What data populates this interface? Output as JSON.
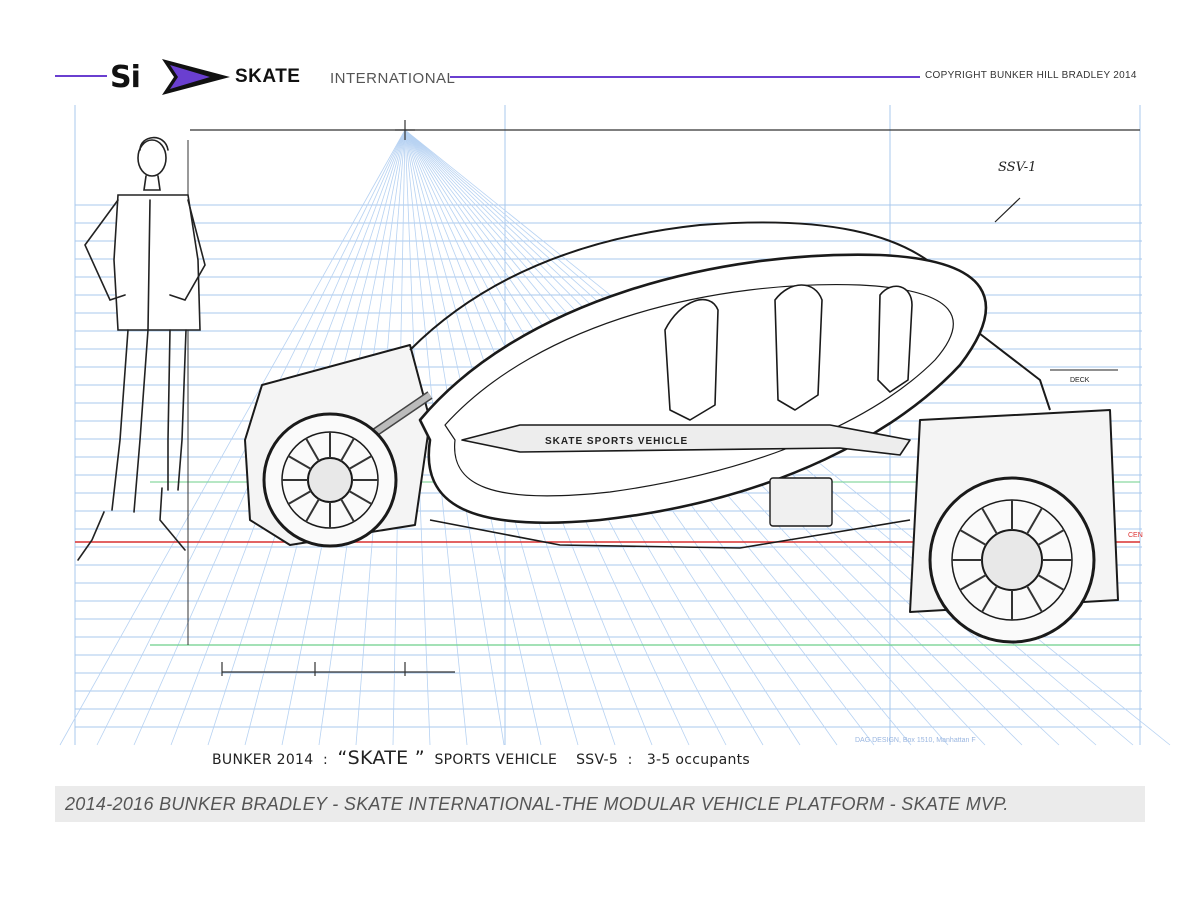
{
  "header": {
    "logo_si": "Si",
    "logo_skate": "SKATE",
    "logo_international": "INTERNATIONAL",
    "copyright": "COPYRIGHT BUNKER HILL BRADLEY 2014"
  },
  "drawing": {
    "vehicle_label": "SKATE SPORTS VEHICLE",
    "signature": "SSV-1",
    "studio_note": "DAG DESIGN, Box 1510, Manhattan F",
    "center_mark": "CEN",
    "deck_mark": "DECK",
    "colors": {
      "grid": "#a9c8ee",
      "accent": "#6a3fd0",
      "ground": "#d93030",
      "guide": "#6ccf8a"
    }
  },
  "caption": {
    "part1": "BUNKER 2014  :  ",
    "skate": "“SKATE ”",
    "part2": "  SPORTS VEHICLE    SSV-5  :   3-5 occupants"
  },
  "footer": "2014-2016  BUNKER BRADLEY - SKATE INTERNATIONAL-THE MODULAR VEHICLE PLATFORM - SKATE MVP."
}
